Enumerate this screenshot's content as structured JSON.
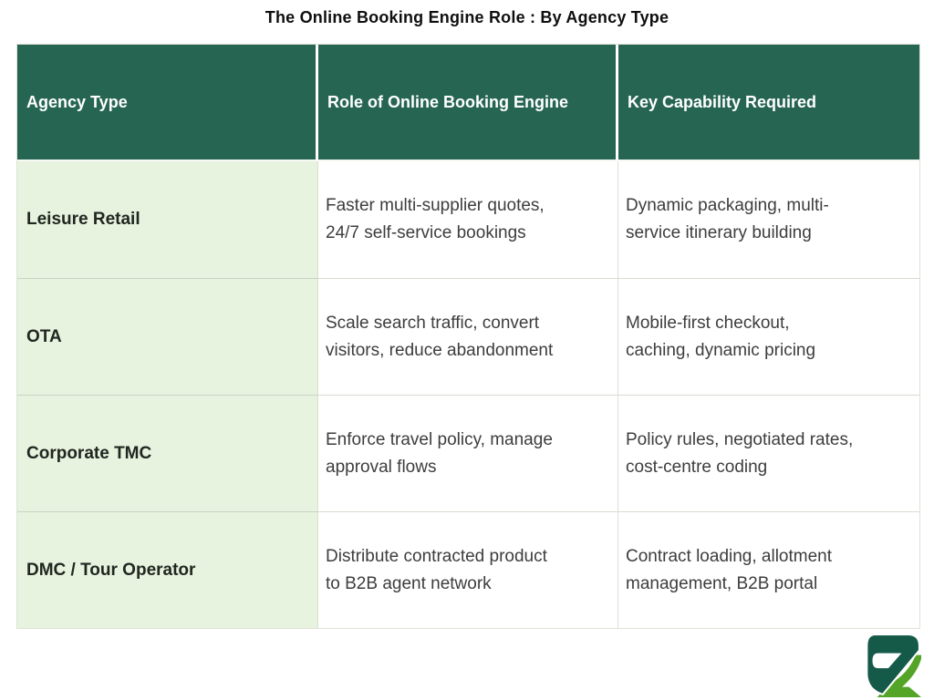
{
  "chart_data": {
    "type": "table",
    "title": "The Online Booking Engine Role : By Agency Type",
    "columns": [
      "Agency Type",
      "Role of Online Booking Engine",
      "Key Capability Required"
    ],
    "rows": [
      [
        "Leisure Retail",
        "Faster multi-supplier quotes,\n24/7 self-service bookings",
        "Dynamic packaging, multi-\nservice itinerary building"
      ],
      [
        "OTA",
        "Scale search traffic, convert\nvisitors, reduce abandonment",
        "Mobile-first checkout,\ncaching, dynamic pricing"
      ],
      [
        "Corporate TMC",
        "Enforce travel policy, manage\napproval flows",
        "Policy rules, negotiated rates,\ncost-centre coding"
      ],
      [
        "DMC / Tour Operator",
        "Distribute contracted product\nto B2B agent network",
        "Contract loading, allotment\nmanagement, B2B portal"
      ]
    ],
    "layout": {
      "legend": "none",
      "grid": "cell-borders",
      "header_position": "top"
    }
  },
  "colors": {
    "header_bg": "#266551",
    "header_text": "#FFFFFF",
    "label_column_bg": "#E7F3DE",
    "label_text": "#212621",
    "body_text": "#3D3D3D",
    "row_border": "#D7DBD1",
    "logo_dark_green": "#155A49",
    "logo_light_green": "#54A428"
  },
  "branding": {
    "logo_icon": "z-logo"
  }
}
